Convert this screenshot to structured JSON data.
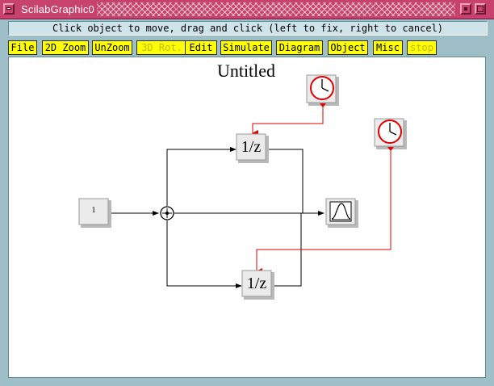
{
  "window": {
    "title": "ScilabGraphic0"
  },
  "status_bar": {
    "message": "Click object to move, drag and click (left to fix, right to cancel)"
  },
  "menu": {
    "items": [
      {
        "label": "File",
        "enabled": true
      },
      {
        "label": "2D Zoom",
        "enabled": true
      },
      {
        "label": "UnZoom",
        "enabled": true
      },
      {
        "label": "3D Rot.",
        "enabled": false
      },
      {
        "label": "Edit",
        "enabled": true
      },
      {
        "label": "Simulate",
        "enabled": true
      },
      {
        "label": "Diagram",
        "enabled": true
      },
      {
        "label": "Object",
        "enabled": true
      },
      {
        "label": "Misc",
        "enabled": true
      },
      {
        "label": "stop",
        "enabled": false
      }
    ]
  },
  "diagram": {
    "title": "Untitled",
    "blocks": {
      "constant": {
        "value": "1"
      },
      "delay_top": {
        "label": "1/z"
      },
      "delay_bottom": {
        "label": "1/z"
      }
    }
  },
  "colors": {
    "titlebar": "#c8426e",
    "background": "#9fbfc8",
    "button": "#ffff00",
    "event_link": "#e00000",
    "canvas": "#ffffff"
  }
}
